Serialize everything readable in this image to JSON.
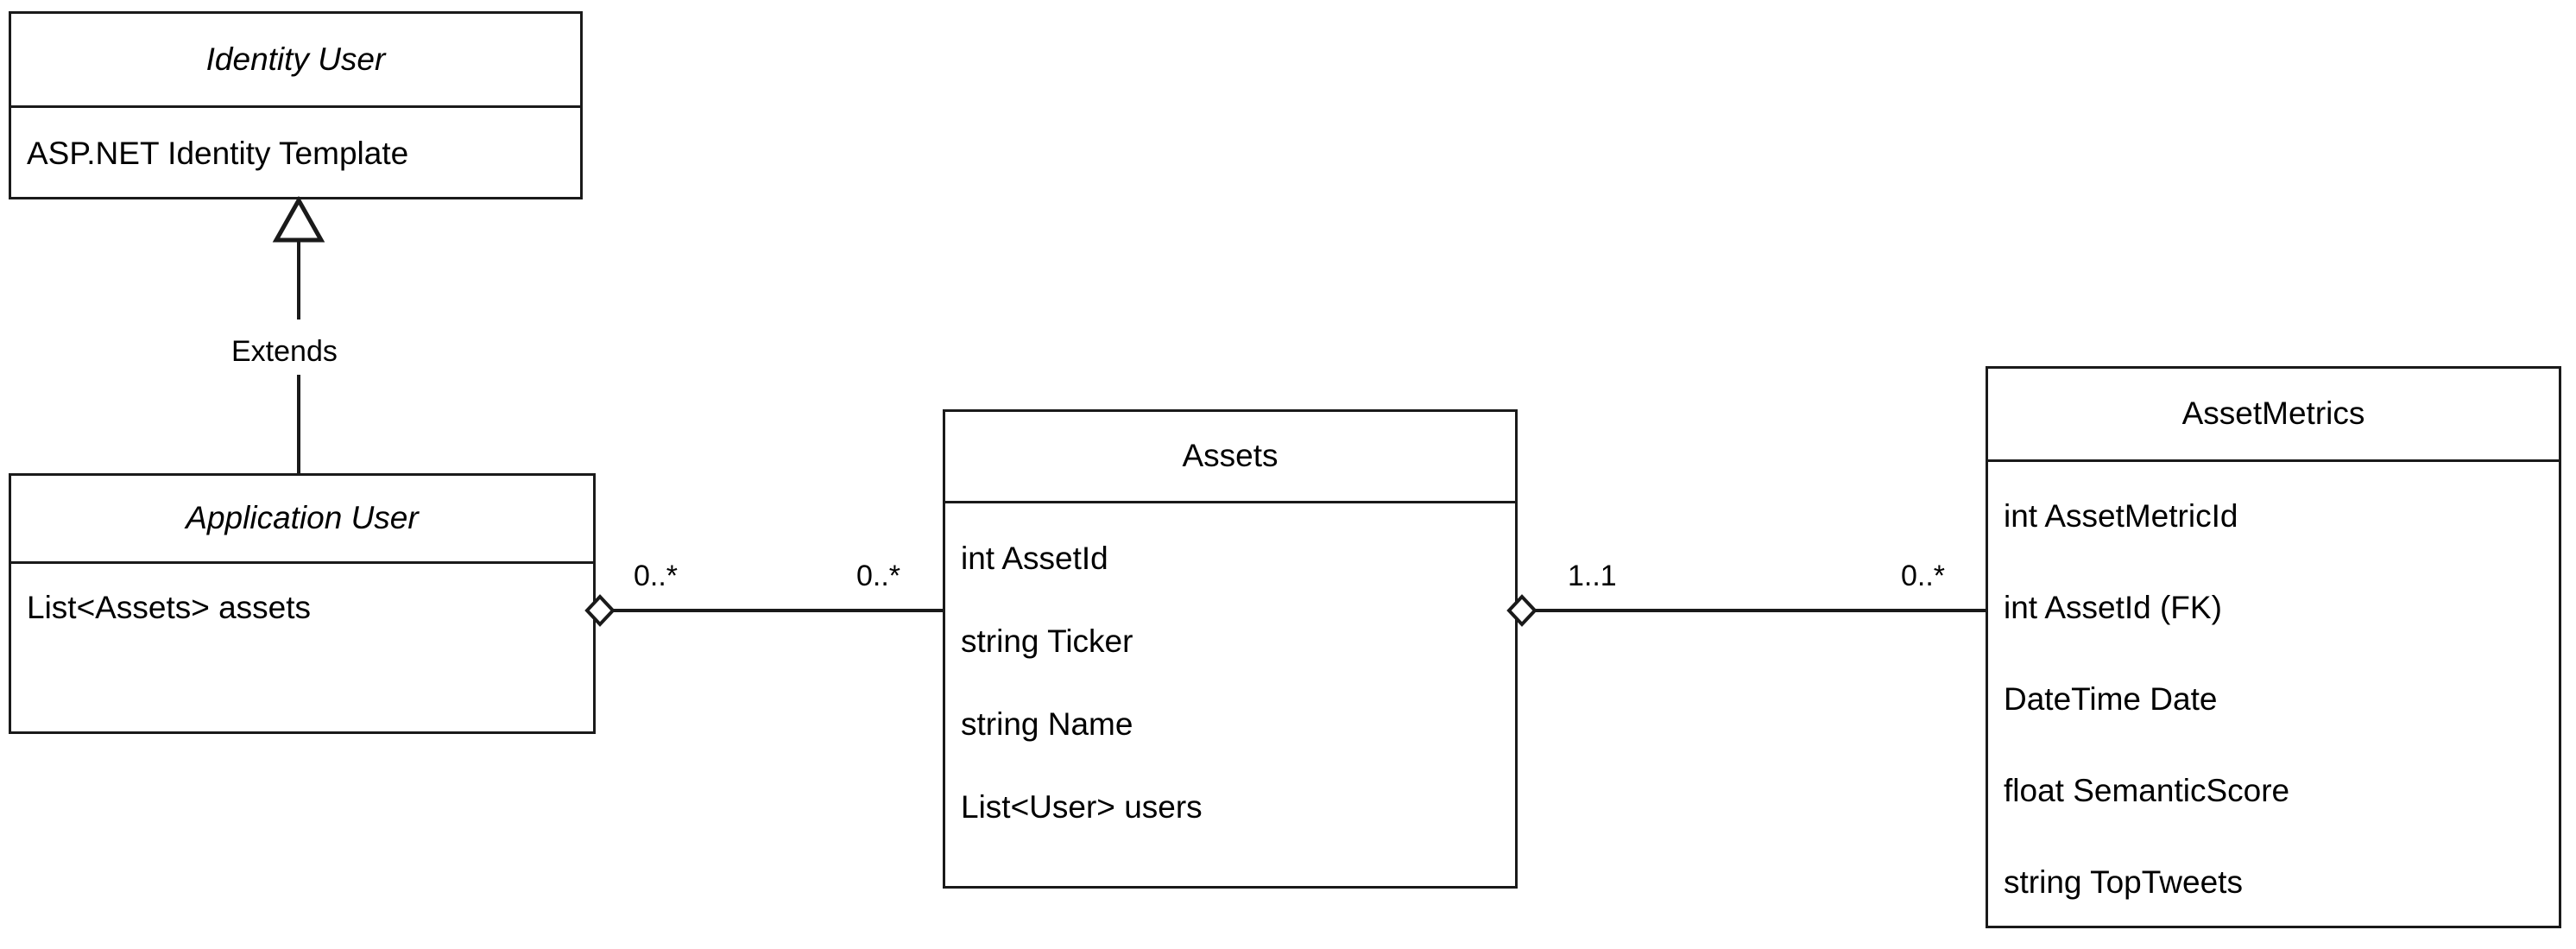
{
  "diagram": {
    "type": "uml-class-diagram",
    "background_color": "#ffffff",
    "line_color": "#1a1a1a",
    "text_color": "#000000",
    "classes": [
      {
        "id": "identity-user",
        "name": "Identity User",
        "name_style": "italic",
        "attributes": [
          "ASP.NET Identity Template"
        ]
      },
      {
        "id": "application-user",
        "name": "Application User",
        "name_style": "italic",
        "attributes": [
          "List<Assets> assets"
        ]
      },
      {
        "id": "assets",
        "name": "Assets",
        "name_style": "normal",
        "attributes": [
          "int AssetId",
          "string Ticker",
          "string Name",
          "List<User> users"
        ]
      },
      {
        "id": "asset-metrics",
        "name": "AssetMetrics",
        "name_style": "normal",
        "attributes": [
          "int AssetMetricId",
          "int AssetId (FK)",
          "DateTime Date",
          "float SemanticScore",
          "string TopTweets"
        ]
      }
    ],
    "relationships": [
      {
        "id": "extends",
        "kind": "generalization",
        "label": "Extends",
        "from": "application-user",
        "to": "identity-user",
        "marker": "hollow-triangle"
      },
      {
        "id": "user-assets",
        "kind": "aggregation",
        "from": "application-user",
        "to": "assets",
        "marker": "hollow-diamond",
        "source_multiplicity": "0..*",
        "target_multiplicity": "0..*"
      },
      {
        "id": "assets-metrics",
        "kind": "aggregation",
        "from": "assets",
        "to": "asset-metrics",
        "marker": "hollow-diamond",
        "source_multiplicity": "1..1",
        "target_multiplicity": "0..*"
      }
    ]
  }
}
